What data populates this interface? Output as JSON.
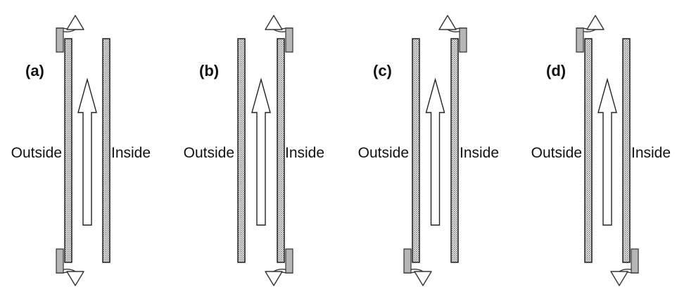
{
  "panels": [
    {
      "label": "(a)",
      "outside_label": "Outside",
      "inside_label": "Inside",
      "top_loop": "left",
      "bottom_loop": "left"
    },
    {
      "label": "(b)",
      "outside_label": "Outside",
      "inside_label": "Inside",
      "top_loop": "right",
      "bottom_loop": "right"
    },
    {
      "label": "(c)",
      "outside_label": "Outside",
      "inside_label": "Inside",
      "top_loop": "right",
      "bottom_loop": "left"
    },
    {
      "label": "(d)",
      "outside_label": "Outside",
      "inside_label": "Inside",
      "top_loop": "left",
      "bottom_loop": "right"
    }
  ],
  "colors": {
    "wall_hatch": "#555555",
    "loop_shade": "#b6b6b6",
    "stroke": "#222222"
  }
}
